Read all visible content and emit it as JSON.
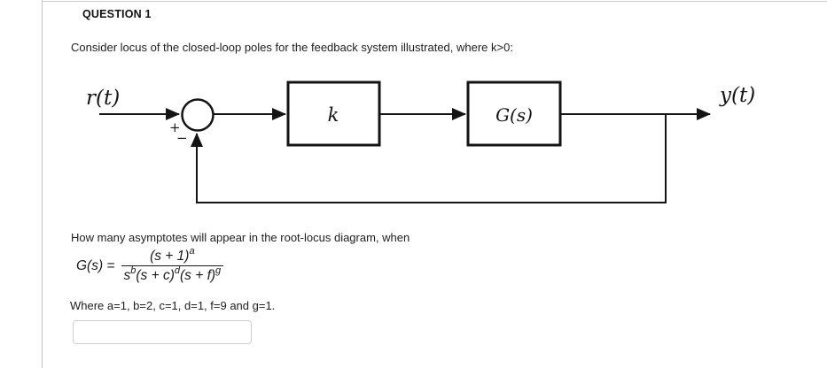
{
  "page": {
    "header": "QUESTION 1",
    "prompt": "Consider locus of the closed-loop poles for the feedback system illustrated, where k>0:",
    "question": "How many asymptotes will appear in the root-locus diagram, when",
    "params": "Where a=1, b=2, c=1, d=1, f=9 and g=1.",
    "answer_value": ""
  },
  "diagram": {
    "input_label": "r(t)",
    "output_label": "y(t)",
    "gain_label": "k",
    "plant_label": "G(s)",
    "sum_plus": "+",
    "sum_minus": "−"
  },
  "formula": {
    "lhs": "G(s) =",
    "num_base": "(s + 1)",
    "num_exp": "a",
    "den_base1": "s",
    "den_exp1": "b",
    "den_base2": "(s + c)",
    "den_exp2": "d",
    "den_base3": "(s + f)",
    "den_exp3": "g"
  },
  "colors": {
    "text": "#212121",
    "diagram_stroke": "#141414",
    "top_rule": "#cccccc",
    "left_rule": "#c3c3c3",
    "input_border": "#cfcfcf"
  }
}
